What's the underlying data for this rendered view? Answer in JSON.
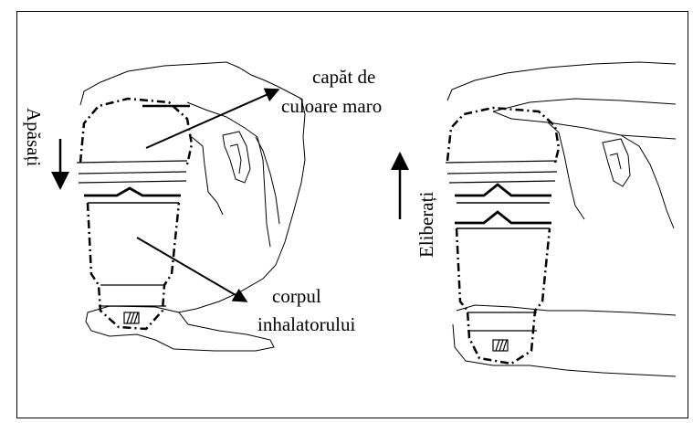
{
  "labels": {
    "brown_end_line1": "capăt de",
    "brown_end_line2": "culoare maro",
    "body_line1": "corpul",
    "body_line2": "inhalatorului",
    "press": "Apăsați",
    "release": "Eliberați"
  }
}
